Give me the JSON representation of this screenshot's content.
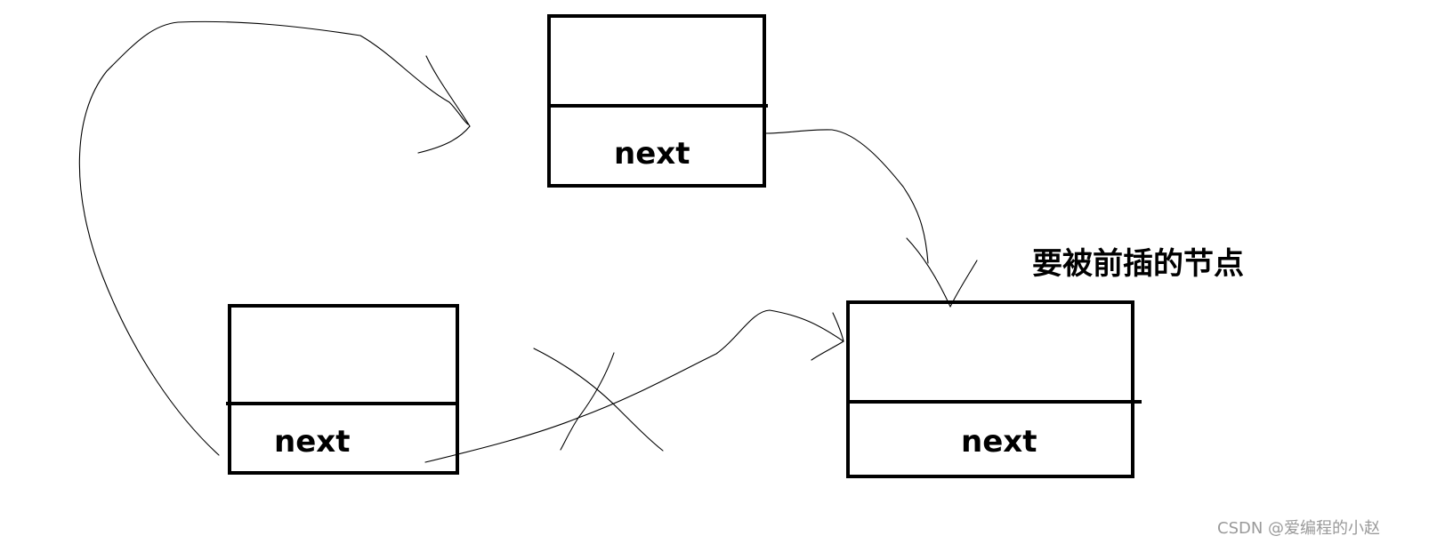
{
  "nodes": {
    "top": {
      "field_label": "next"
    },
    "left": {
      "field_label": "next"
    },
    "target": {
      "field_label": "next"
    }
  },
  "target_caption": "要被前插的节点",
  "watermark": "CSDN @爱编程的小赵",
  "colors": {
    "ink": "#000000",
    "watermark": "#9a9a9a",
    "background": "#ffffff"
  }
}
